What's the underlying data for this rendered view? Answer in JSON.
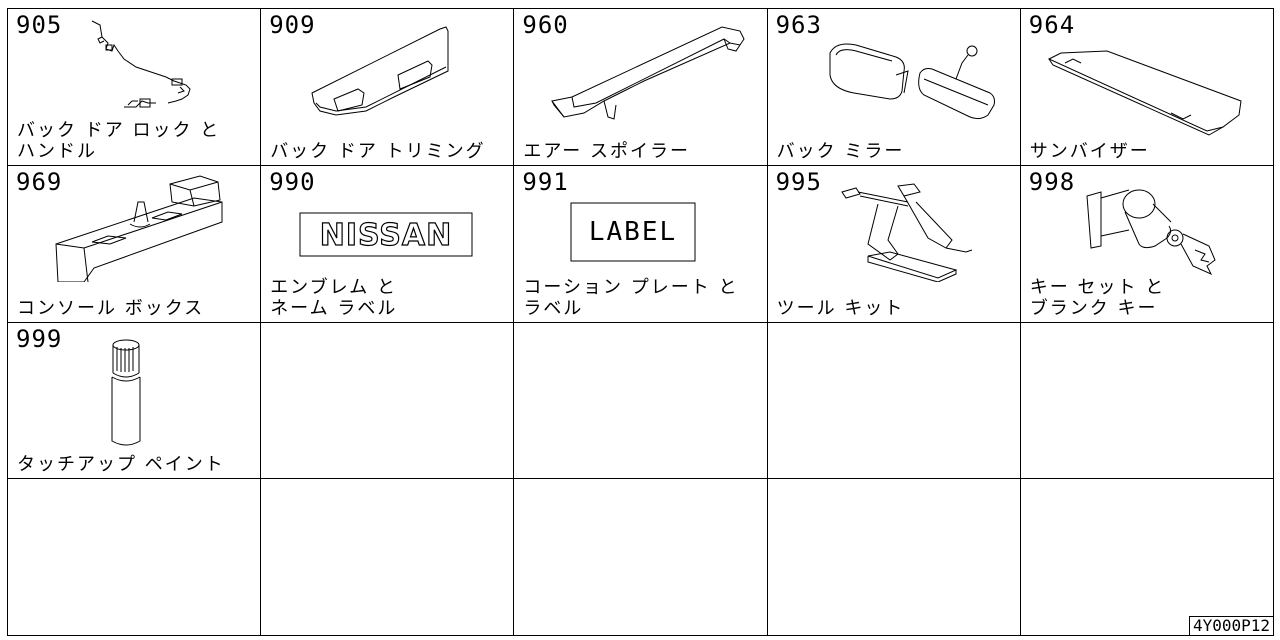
{
  "diagram_code": "4Y000P12",
  "parts": [
    {
      "number": "905",
      "label": "バック ドア ロック と\nハンドル",
      "icon": "lock-cable-icon"
    },
    {
      "number": "909",
      "label": "バック ドア トリミング",
      "icon": "door-trim-icon"
    },
    {
      "number": "960",
      "label": "エアー スポイラー",
      "icon": "spoiler-icon"
    },
    {
      "number": "963",
      "label": "バック ミラー",
      "icon": "mirror-icon"
    },
    {
      "number": "964",
      "label": "サンバイザー",
      "icon": "sun-visor-icon"
    },
    {
      "number": "969",
      "label": "コンソール ボックス",
      "icon": "console-box-icon"
    },
    {
      "number": "990",
      "label": "エンブレム と\nネーム ラベル",
      "icon": "emblem-icon",
      "emblem_text": "NISSAN"
    },
    {
      "number": "991",
      "label": "コーション プレート と\nラベル",
      "icon": "label-plate-icon",
      "plate_text": "LABEL"
    },
    {
      "number": "995",
      "label": "ツール キット",
      "icon": "jack-icon"
    },
    {
      "number": "998",
      "label": "キー セット と\nブランク キー",
      "icon": "key-cylinder-icon"
    },
    {
      "number": "999",
      "label": "タッチアップ ペイント",
      "icon": "touch-up-paint-icon"
    }
  ]
}
